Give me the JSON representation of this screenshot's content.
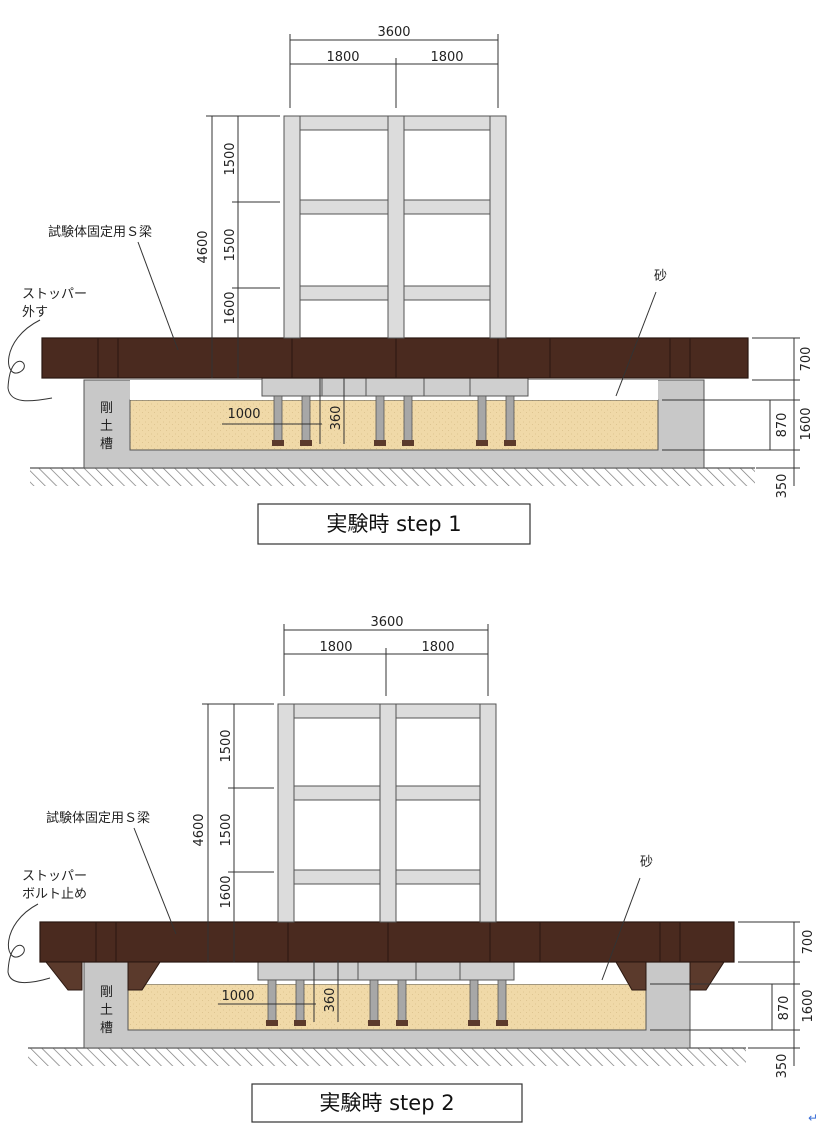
{
  "colors": {
    "beam": "#4a2a1f",
    "frame": "#dcdcdc",
    "sand": "#f0d9a8",
    "tank": "#c8c8c8",
    "pad": "#cfcfcf",
    "pile": "#a7a7a7",
    "bracket": "#5b3a2c"
  },
  "step1": {
    "caption": "実験時  step 1",
    "dims": {
      "top_total": "3600",
      "top_left": "1800",
      "top_right": "1800",
      "height_total": "4600",
      "story_top": "1500",
      "story_mid": "1500",
      "story_bottom": "1600",
      "beam_depth": "700",
      "sand_depth": "870",
      "tank_height": "1600",
      "base": "350",
      "pile_spacing": "1000",
      "pile_len": "360"
    },
    "labels": {
      "beam_note": "試験体固定用Ｓ梁",
      "stopper_line1": "ストッパー",
      "stopper_line2": "外す",
      "sand": "砂",
      "tank_1": "剛",
      "tank_2": "土",
      "tank_3": "槽"
    }
  },
  "step2": {
    "caption": "実験時  step 2",
    "dims": {
      "top_total": "3600",
      "top_left": "1800",
      "top_right": "1800",
      "height_total": "4600",
      "story_top": "1500",
      "story_mid": "1500",
      "story_bottom": "1600",
      "beam_depth": "700",
      "sand_depth": "870",
      "tank_height": "1600",
      "base": "350",
      "pile_spacing": "1000",
      "pile_len": "360"
    },
    "labels": {
      "beam_note": "試験体固定用Ｓ梁",
      "stopper_line1": "ストッパー",
      "stopper_line2": "ボルト止め",
      "sand": "砂",
      "tank_1": "剛",
      "tank_2": "土",
      "tank_3": "槽"
    }
  },
  "corner_mark": "↵"
}
